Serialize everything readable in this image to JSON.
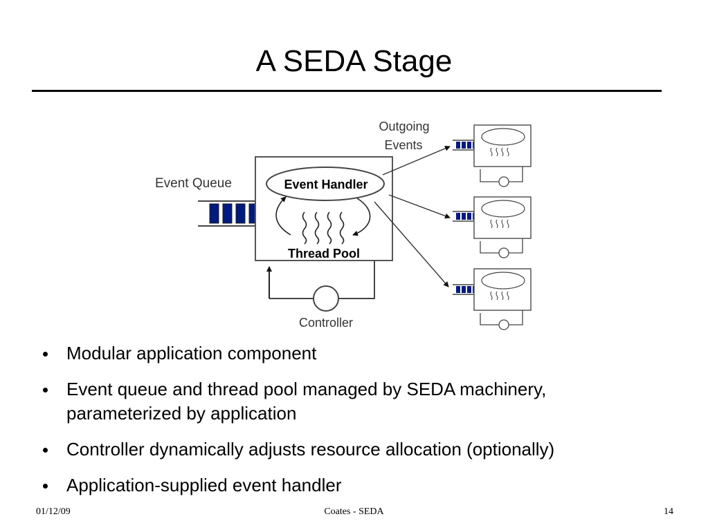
{
  "slide": {
    "title": "A SEDA Stage"
  },
  "diagram": {
    "labels": {
      "event_queue": "Event Queue",
      "event_handler": "Event Handler",
      "thread_pool": "Thread Pool",
      "controller": "Controller",
      "outgoing_line1": "Outgoing",
      "outgoing_line2": "Events"
    },
    "colors": {
      "queue_cell": "#001a80",
      "stroke": "#555555"
    }
  },
  "bullets": [
    "Modular application component",
    "Event queue and thread pool managed by SEDA machinery, parameterized by application",
    "Controller dynamically adjusts resource allocation (optionally)",
    "Application-supplied event handler"
  ],
  "footer": {
    "date": "01/12/09",
    "center": "Coates - SEDA",
    "page": "14"
  }
}
